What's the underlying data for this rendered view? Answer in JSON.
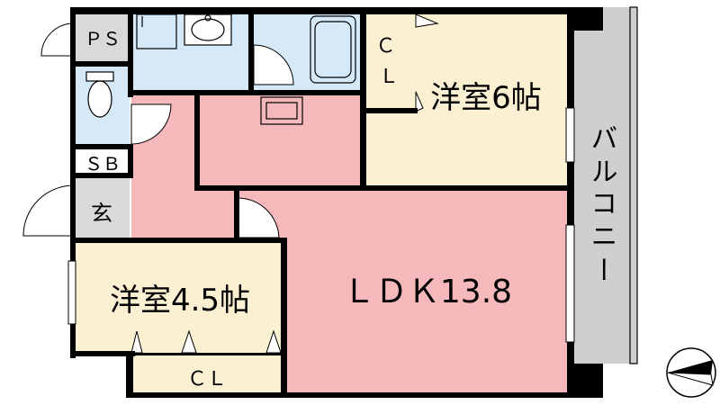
{
  "rooms": {
    "ps": "ＰＳ",
    "sb": "ＳＢ",
    "genkan": "玄",
    "cl_top": "Ｃ\nＬ",
    "western_6": "洋室6帖",
    "western_45": "洋室4.5帖",
    "cl_bottom": "ＣＬ",
    "ldk": "ＬＤＫ13.8",
    "balcony": "バルコニー"
  },
  "colors": {
    "wall": "#000000",
    "water_room": "#d6e9f8",
    "western_room": "#fbf0d2",
    "ldk": "#f5b8bb",
    "utility": "#d9d9d9",
    "balcony": "#cfcfcf",
    "white": "#ffffff"
  },
  "compass_icon": "north-arrow-icon"
}
